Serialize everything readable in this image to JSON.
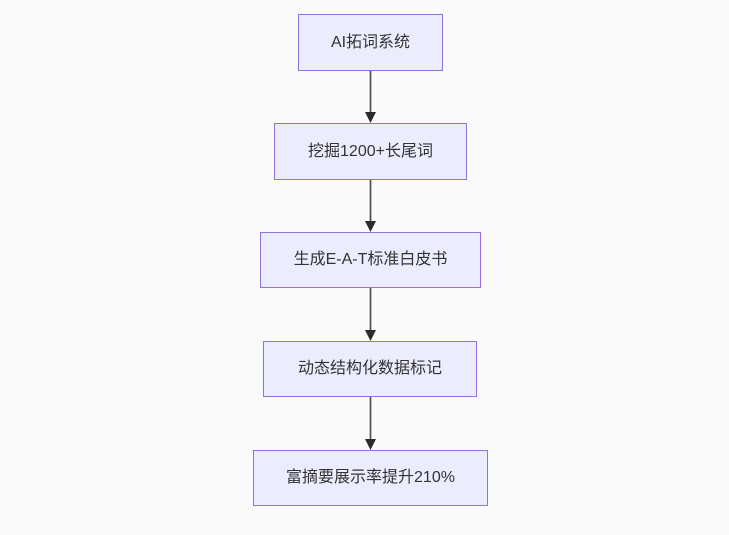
{
  "diagram": {
    "type": "flowchart",
    "direction": "top-down",
    "nodes": [
      {
        "id": "A",
        "label": "AI拓词系统"
      },
      {
        "id": "B",
        "label": "挖掘1200+长尾词"
      },
      {
        "id": "C",
        "label": "生成E-A-T标准白皮书"
      },
      {
        "id": "D",
        "label": "动态结构化数据标记"
      },
      {
        "id": "E",
        "label": "富摘要展示率提升210%"
      }
    ],
    "edges": [
      {
        "from": "A",
        "to": "B"
      },
      {
        "from": "B",
        "to": "C"
      },
      {
        "from": "C",
        "to": "D"
      },
      {
        "from": "D",
        "to": "E"
      }
    ],
    "colors": {
      "background": "#fafafa",
      "node_fill": "#ececff",
      "node_border": "#9370db",
      "text": "#333333",
      "edge_line": "#4d4d4d",
      "edge_arrowhead": "#2b2b2b"
    }
  }
}
